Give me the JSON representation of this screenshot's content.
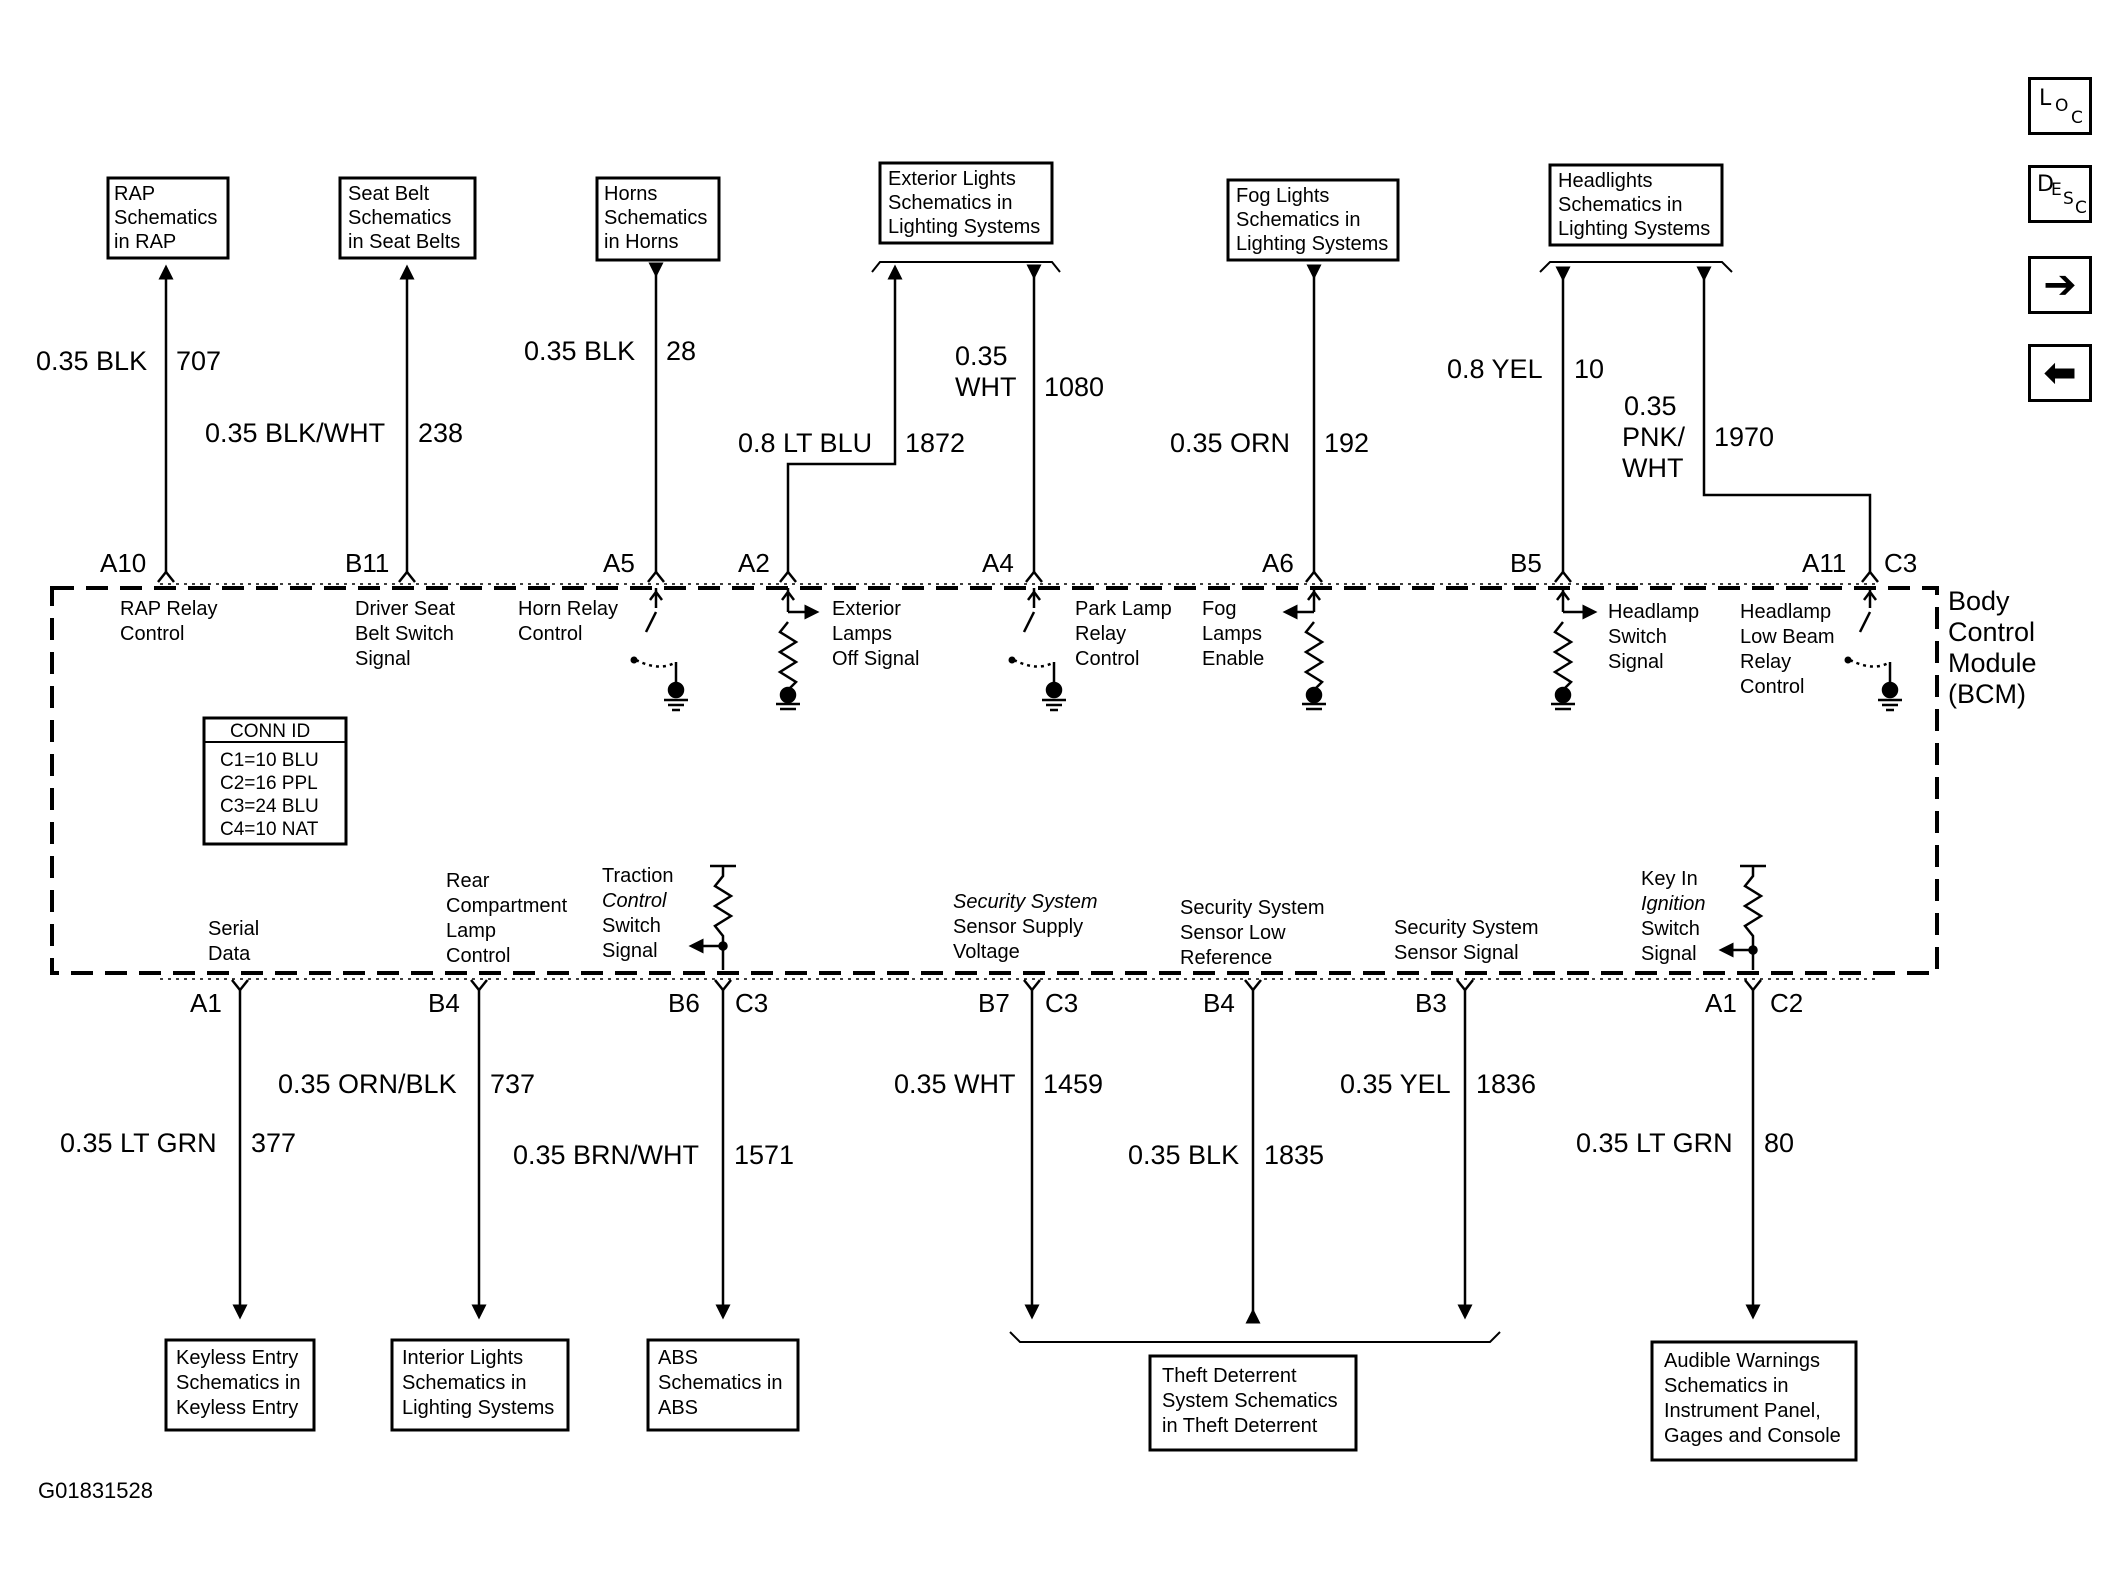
{
  "references_top": [
    {
      "id": "rap",
      "lines": [
        "RAP",
        "Schematics",
        "in RAP"
      ]
    },
    {
      "id": "seat-belt",
      "lines": [
        "Seat Belt",
        "Schematics",
        "in Seat Belts"
      ]
    },
    {
      "id": "horns",
      "lines": [
        "Horns",
        "Schematics",
        "in Horns"
      ]
    },
    {
      "id": "exterior-lights",
      "lines": [
        "Exterior Lights",
        "Schematics in",
        "Lighting Systems"
      ]
    },
    {
      "id": "fog-lights",
      "lines": [
        "Fog Lights",
        "Schematics in",
        "Lighting Systems"
      ]
    },
    {
      "id": "headlights",
      "lines": [
        "Headlights",
        "Schematics in",
        "Lighting Systems"
      ]
    }
  ],
  "references_bottom": [
    {
      "id": "keyless-entry",
      "lines": [
        "Keyless Entry",
        "Schematics in",
        "Keyless Entry"
      ]
    },
    {
      "id": "interior-lights",
      "lines": [
        "Interior Lights",
        "Schematics in",
        "Lighting Systems"
      ]
    },
    {
      "id": "abs",
      "lines": [
        "ABS",
        "Schematics in",
        "ABS"
      ]
    },
    {
      "id": "theft-deterrent",
      "lines": [
        "Theft Deterrent",
        "System Schematics",
        "in Theft Deterrent"
      ]
    },
    {
      "id": "audible-warnings",
      "lines": [
        "Audible Warnings",
        "Schematics in",
        "Instrument Panel,",
        "Gages and Console"
      ]
    }
  ],
  "wires_top": [
    {
      "gauge": [
        "0.35 BLK"
      ],
      "circuit": "707"
    },
    {
      "gauge": [
        "0.35 BLK/WHT"
      ],
      "circuit": "238"
    },
    {
      "gauge": [
        "0.35 BLK"
      ],
      "circuit": "28"
    },
    {
      "gauge": [
        "0.8 LT BLU"
      ],
      "circuit": "1872"
    },
    {
      "gauge": [
        "0.35",
        "WHT"
      ],
      "circuit": "1080"
    },
    {
      "gauge": [
        "0.35 ORN"
      ],
      "circuit": "192"
    },
    {
      "gauge": [
        "0.8 YEL"
      ],
      "circuit": "10"
    },
    {
      "gauge": [
        "0.35",
        "PNK/",
        "WHT"
      ],
      "circuit": "1970"
    }
  ],
  "wires_bottom": [
    {
      "gauge": [
        "0.35 LT GRN"
      ],
      "circuit": "377"
    },
    {
      "gauge": [
        "0.35 ORN/BLK"
      ],
      "circuit": "737"
    },
    {
      "gauge": [
        "0.35 BRN/WHT"
      ],
      "circuit": "1571"
    },
    {
      "gauge": [
        "0.35 WHT"
      ],
      "circuit": "1459"
    },
    {
      "gauge": [
        "0.35 BLK"
      ],
      "circuit": "1835"
    },
    {
      "gauge": [
        "0.35 YEL"
      ],
      "circuit": "1836"
    },
    {
      "gauge": [
        "0.35 LT GRN"
      ],
      "circuit": "80"
    }
  ],
  "pins_top": [
    "A10",
    "B11",
    "A5",
    "A2",
    "A4",
    "A6",
    "B5",
    "A11",
    "C3"
  ],
  "pins_bottom": [
    "A1",
    "B4",
    "B6",
    "C3",
    "B7",
    "C3",
    "B4",
    "B3",
    "A1",
    "C2"
  ],
  "signals_top": [
    {
      "lines": [
        "RAP Relay",
        "Control"
      ]
    },
    {
      "lines": [
        "Driver Seat",
        "Belt Switch",
        "Signal"
      ]
    },
    {
      "lines": [
        "Horn Relay",
        "Control"
      ]
    },
    {
      "lines": [
        "Exterior",
        "Lamps",
        "Off Signal"
      ]
    },
    {
      "lines": [
        "Park Lamp",
        "Relay",
        "Control"
      ]
    },
    {
      "lines": [
        "Fog",
        "Lamps",
        "Enable"
      ]
    },
    {
      "lines": [
        "Headlamp",
        "Switch",
        "Signal"
      ]
    },
    {
      "lines": [
        "Headlamp",
        "Low Beam",
        "Relay",
        "Control"
      ]
    }
  ],
  "signals_bottom": [
    {
      "lines": [
        "Serial",
        "Data"
      ]
    },
    {
      "lines": [
        "Rear",
        "Compartment",
        "Lamp",
        "Control"
      ]
    },
    {
      "lines": [
        "Traction",
        "Control",
        "Switch",
        "Signal"
      ]
    },
    {
      "lines": [
        "Security System",
        "Sensor Supply",
        "Voltage"
      ]
    },
    {
      "lines": [
        "Security System",
        "Sensor Low",
        "Reference"
      ]
    },
    {
      "lines": [
        "Security System",
        "Sensor Signal"
      ]
    },
    {
      "lines": [
        "Key In",
        "Ignition",
        "Switch",
        "Signal"
      ]
    }
  ],
  "module": {
    "lines": [
      "Body",
      "Control",
      "Module",
      "(BCM)"
    ]
  },
  "conn_id": {
    "title": "CONN ID",
    "rows": [
      "C1=10 BLU",
      "C2=16 PPL",
      "C3=24 BLU",
      "C4=10 NAT"
    ]
  },
  "nav": {
    "loc": {
      "big": "L",
      "small": "O",
      "small2": "C",
      "icon": "loc-icon"
    },
    "desc": {
      "big": "D",
      "small": "E",
      "small2": "S",
      "small3": "C",
      "icon": "desc-icon"
    },
    "next": {
      "glyph": "➔",
      "icon": "arrow-right-icon"
    },
    "prev": {
      "glyph": "⬅",
      "icon": "arrow-left-icon"
    }
  },
  "figure_id": "G01831528"
}
